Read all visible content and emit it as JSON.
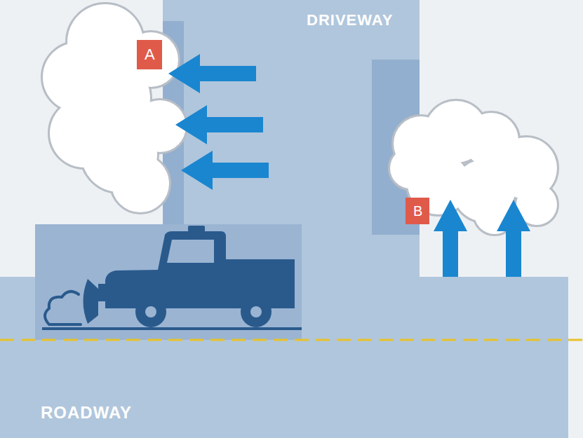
{
  "diagram": {
    "nodes": [
      {
        "text": [
          "DRIVEWAY"
        ]
      },
      {
        "text": [
          "A"
        ]
      },
      {
        "text": [
          "B"
        ]
      },
      {
        "text": [
          "ROADWAY"
        ]
      }
    ]
  }
}
